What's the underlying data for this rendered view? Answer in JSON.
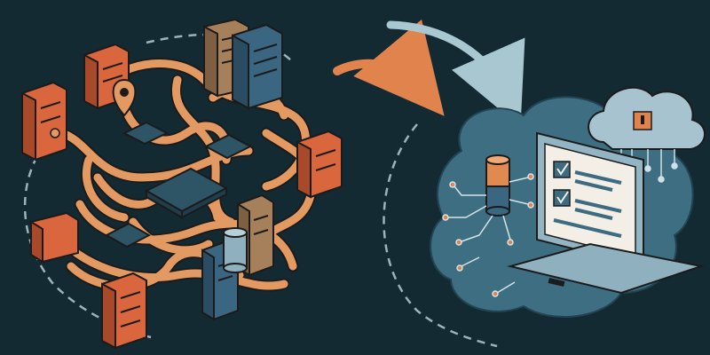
{
  "scene": {
    "left_panel": "tangled-server-network",
    "right_panel": "cloud-connected-desktop",
    "transition": "migration-arrows"
  },
  "colors": {
    "background": "#142a33",
    "pipe_orange": "#e39a62",
    "pipe_outline": "#1b1b1b",
    "server_orange": "#d9663d",
    "server_tan": "#a6805a",
    "server_blue": "#3b6682",
    "chip_dark": "#2d5566",
    "cloud_blob": "#3e6e82",
    "monitor_frame": "#93b4c2",
    "monitor_screen": "#f4efe6",
    "checkbox_fill": "#3d6b7f",
    "arrow_orange": "#e0834c",
    "arrow_light": "#a9c7d0",
    "cylinder_orange": "#e08a50",
    "dashed_line": "#9cb3bc"
  },
  "icons": {
    "database": "cylinder-database-icon",
    "cloud": "cloud-icon",
    "lock": "lock-icon",
    "checkbox": "checked-checkbox-icon",
    "cpu": "cpu-chip-icon"
  }
}
